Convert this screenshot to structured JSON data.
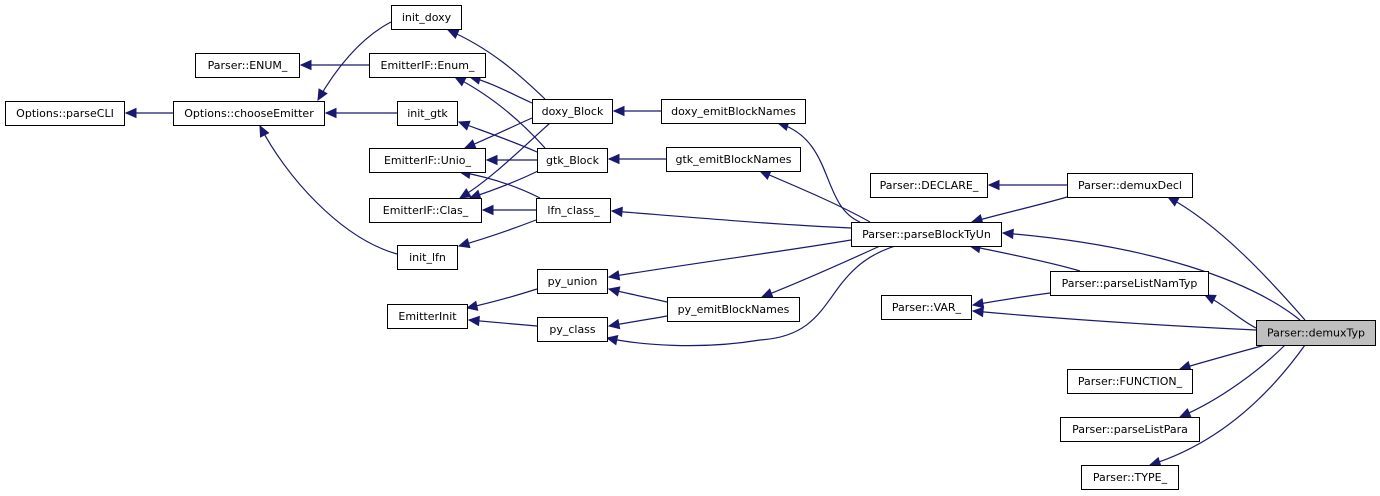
{
  "graph": {
    "focus": "demuxTyp",
    "nodes": [
      {
        "id": "parseCLI",
        "label": "Options::parseCLI"
      },
      {
        "id": "chooseEmitter",
        "label": "Options::chooseEmitter"
      },
      {
        "id": "ENUM",
        "label": "Parser::ENUM_"
      },
      {
        "id": "init_doxy",
        "label": "init_doxy"
      },
      {
        "id": "EnumIF",
        "label": "EmitterIF::Enum_"
      },
      {
        "id": "init_gtk",
        "label": "init_gtk"
      },
      {
        "id": "UnioIF",
        "label": "EmitterIF::Unio_"
      },
      {
        "id": "ClasIF",
        "label": "EmitterIF::Clas_"
      },
      {
        "id": "init_lfn",
        "label": "init_lfn"
      },
      {
        "id": "EmitterInit",
        "label": "EmitterInit"
      },
      {
        "id": "doxy_Block",
        "label": "doxy_Block"
      },
      {
        "id": "gtk_Block",
        "label": "gtk_Block"
      },
      {
        "id": "lfn_class",
        "label": "lfn_class_"
      },
      {
        "id": "py_union",
        "label": "py_union"
      },
      {
        "id": "py_class",
        "label": "py_class"
      },
      {
        "id": "doxy_emit",
        "label": "doxy_emitBlockNames"
      },
      {
        "id": "gtk_emit",
        "label": "gtk_emitBlockNames"
      },
      {
        "id": "py_emit",
        "label": "py_emitBlockNames"
      },
      {
        "id": "DECLARE",
        "label": "Parser::DECLARE_"
      },
      {
        "id": "parseBlockTyUn",
        "label": "Parser::parseBlockTyUn"
      },
      {
        "id": "VAR",
        "label": "Parser::VAR_"
      },
      {
        "id": "demuxDecl",
        "label": "Parser::demuxDecl"
      },
      {
        "id": "parseListNamTyp",
        "label": "Parser::parseListNamTyp"
      },
      {
        "id": "FUNCTION",
        "label": "Parser::FUNCTION_"
      },
      {
        "id": "parseListPara",
        "label": "Parser::parseListPara"
      },
      {
        "id": "TYPE",
        "label": "Parser::TYPE_"
      },
      {
        "id": "demuxTyp",
        "label": "Parser::demuxTyp"
      }
    ],
    "edges": [
      {
        "from": "chooseEmitter",
        "to": "parseCLI"
      },
      {
        "from": "init_doxy",
        "to": "chooseEmitter"
      },
      {
        "from": "EnumIF",
        "to": "ENUM"
      },
      {
        "from": "init_gtk",
        "to": "chooseEmitter"
      },
      {
        "from": "init_lfn",
        "to": "chooseEmitter"
      },
      {
        "from": "doxy_Block",
        "to": "init_doxy"
      },
      {
        "from": "doxy_Block",
        "to": "EnumIF"
      },
      {
        "from": "doxy_Block",
        "to": "UnioIF"
      },
      {
        "from": "doxy_Block",
        "to": "ClasIF"
      },
      {
        "from": "gtk_Block",
        "to": "EnumIF"
      },
      {
        "from": "gtk_Block",
        "to": "init_gtk"
      },
      {
        "from": "gtk_Block",
        "to": "UnioIF"
      },
      {
        "from": "gtk_Block",
        "to": "ClasIF"
      },
      {
        "from": "lfn_class",
        "to": "UnioIF"
      },
      {
        "from": "lfn_class",
        "to": "ClasIF"
      },
      {
        "from": "lfn_class",
        "to": "init_lfn"
      },
      {
        "from": "py_union",
        "to": "EmitterInit"
      },
      {
        "from": "py_class",
        "to": "EmitterInit"
      },
      {
        "from": "doxy_emit",
        "to": "doxy_Block"
      },
      {
        "from": "gtk_emit",
        "to": "gtk_Block"
      },
      {
        "from": "py_emit",
        "to": "py_union"
      },
      {
        "from": "py_emit",
        "to": "py_class"
      },
      {
        "from": "parseBlockTyUn",
        "to": "doxy_emit"
      },
      {
        "from": "parseBlockTyUn",
        "to": "gtk_emit"
      },
      {
        "from": "parseBlockTyUn",
        "to": "lfn_class"
      },
      {
        "from": "parseBlockTyUn",
        "to": "py_union"
      },
      {
        "from": "parseBlockTyUn",
        "to": "py_emit"
      },
      {
        "from": "parseBlockTyUn",
        "to": "py_class"
      },
      {
        "from": "demuxDecl",
        "to": "DECLARE"
      },
      {
        "from": "demuxDecl",
        "to": "parseBlockTyUn"
      },
      {
        "from": "parseListNamTyp",
        "to": "parseBlockTyUn"
      },
      {
        "from": "parseListNamTyp",
        "to": "VAR"
      },
      {
        "from": "demuxTyp",
        "to": "demuxDecl"
      },
      {
        "from": "demuxTyp",
        "to": "parseBlockTyUn"
      },
      {
        "from": "demuxTyp",
        "to": "parseListNamTyp"
      },
      {
        "from": "demuxTyp",
        "to": "VAR"
      },
      {
        "from": "demuxTyp",
        "to": "FUNCTION"
      },
      {
        "from": "demuxTyp",
        "to": "parseListPara"
      },
      {
        "from": "demuxTyp",
        "to": "TYPE"
      }
    ]
  },
  "colors": {
    "edge": "#191970",
    "focus_fill": "#bfbfbf",
    "node_fill": "#ffffff",
    "node_border": "#000000"
  }
}
